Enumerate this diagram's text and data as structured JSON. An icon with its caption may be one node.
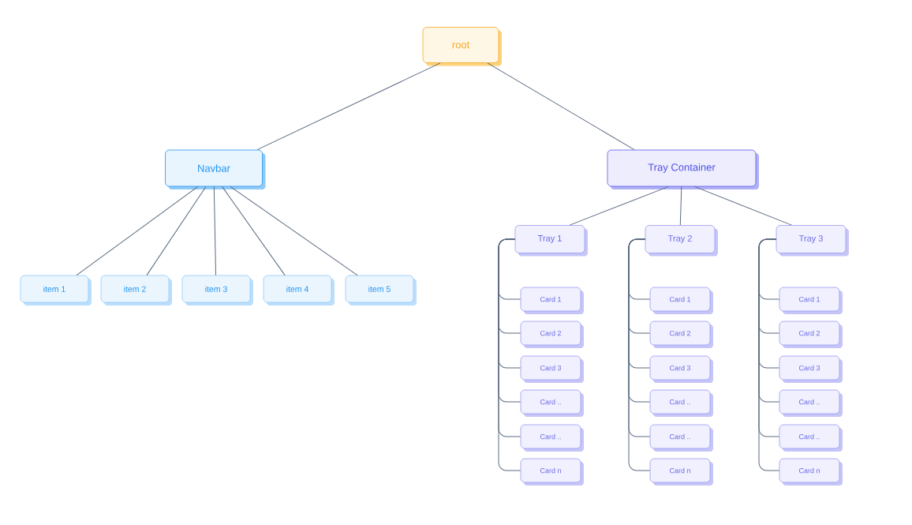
{
  "diagram": {
    "nodes": [
      {
        "text": [
          "root"
        ]
      },
      {
        "text": [
          "Navbar"
        ]
      },
      {
        "text": [
          "Tray Container"
        ]
      },
      {
        "text": [
          "item 1"
        ]
      },
      {
        "text": [
          "item 2"
        ]
      },
      {
        "text": [
          "item 3"
        ]
      },
      {
        "text": [
          "item 4"
        ]
      },
      {
        "text": [
          "item 5"
        ]
      },
      {
        "text": [
          "Tray 1"
        ]
      },
      {
        "text": [
          "Tray 2"
        ]
      },
      {
        "text": [
          "Tray 3"
        ]
      },
      {
        "text": [
          "Card 1"
        ]
      },
      {
        "text": [
          "Card 2"
        ]
      },
      {
        "text": [
          "Card 3"
        ]
      },
      {
        "text": [
          "Card .."
        ]
      },
      {
        "text": [
          "Card .."
        ]
      },
      {
        "text": [
          "Card n"
        ]
      },
      {
        "text": [
          "Card 1"
        ]
      },
      {
        "text": [
          "Card 2"
        ]
      },
      {
        "text": [
          "Card 3"
        ]
      },
      {
        "text": [
          "Card .."
        ]
      },
      {
        "text": [
          "Card .."
        ]
      },
      {
        "text": [
          "Card n"
        ]
      },
      {
        "text": [
          "Card 1"
        ]
      },
      {
        "text": [
          "Card 2"
        ]
      },
      {
        "text": [
          "Card 3"
        ]
      },
      {
        "text": [
          "Card .."
        ]
      },
      {
        "text": [
          "Card .."
        ]
      },
      {
        "text": [
          "Card n"
        ]
      }
    ],
    "edges": [
      {
        "from": 0,
        "to": 1,
        "arrow": "none"
      },
      {
        "from": 0,
        "to": 2,
        "arrow": "none"
      },
      {
        "from": 1,
        "to": 3,
        "arrow": "none"
      },
      {
        "from": 1,
        "to": 4,
        "arrow": "none"
      },
      {
        "from": 1,
        "to": 5,
        "arrow": "none"
      },
      {
        "from": 1,
        "to": 6,
        "arrow": "none"
      },
      {
        "from": 1,
        "to": 7,
        "arrow": "none"
      },
      {
        "from": 2,
        "to": 8,
        "arrow": "none"
      },
      {
        "from": 2,
        "to": 9,
        "arrow": "none"
      },
      {
        "from": 2,
        "to": 10,
        "arrow": "none"
      },
      {
        "from": 8,
        "to": 11,
        "arrow": "none"
      },
      {
        "from": 8,
        "to": 12,
        "arrow": "none"
      },
      {
        "from": 8,
        "to": 13,
        "arrow": "none"
      },
      {
        "from": 8,
        "to": 14,
        "arrow": "none"
      },
      {
        "from": 8,
        "to": 15,
        "arrow": "none"
      },
      {
        "from": 8,
        "to": 16,
        "arrow": "none"
      },
      {
        "from": 9,
        "to": 17,
        "arrow": "none"
      },
      {
        "from": 9,
        "to": 18,
        "arrow": "none"
      },
      {
        "from": 9,
        "to": 19,
        "arrow": "none"
      },
      {
        "from": 9,
        "to": 20,
        "arrow": "none"
      },
      {
        "from": 9,
        "to": 21,
        "arrow": "none"
      },
      {
        "from": 9,
        "to": 22,
        "arrow": "none"
      },
      {
        "from": 10,
        "to": 23,
        "arrow": "none"
      },
      {
        "from": 10,
        "to": 24,
        "arrow": "none"
      },
      {
        "from": 10,
        "to": 25,
        "arrow": "none"
      },
      {
        "from": 10,
        "to": 26,
        "arrow": "none"
      },
      {
        "from": 10,
        "to": 27,
        "arrow": "none"
      },
      {
        "from": 10,
        "to": 28,
        "arrow": "none"
      }
    ]
  }
}
